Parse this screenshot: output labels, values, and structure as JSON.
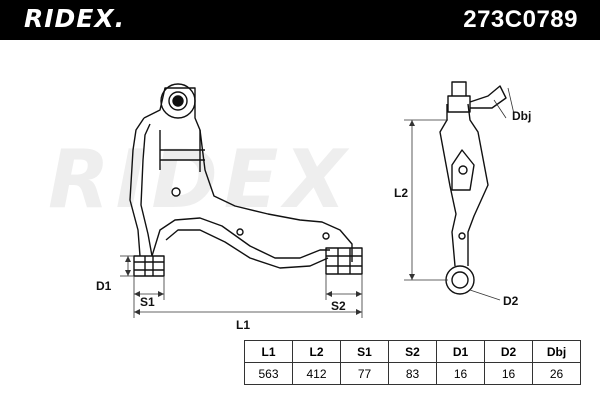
{
  "header": {
    "brand": "RIDEX.",
    "part_number": "273C0789"
  },
  "watermark": "RIDEX",
  "dimension_labels": {
    "L1": "L1",
    "L2": "L2",
    "S1": "S1",
    "S2": "S2",
    "D1": "D1",
    "D2": "D2",
    "Dbj": "Dbj"
  },
  "spec_table": {
    "headers": [
      "L1",
      "L2",
      "S1",
      "S2",
      "D1",
      "D2",
      "Dbj"
    ],
    "values": [
      "563",
      "412",
      "77",
      "83",
      "16",
      "16",
      "26"
    ]
  }
}
